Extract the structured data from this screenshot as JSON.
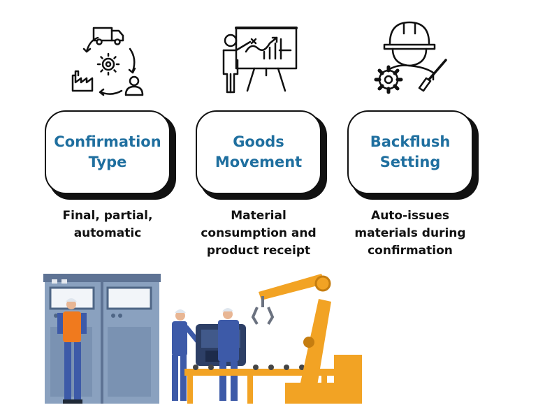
{
  "colors": {
    "title_blue": "#1f6f9f",
    "outline": "#111111",
    "panel": "#7f99b8",
    "robot": "#f2a324",
    "worker_blue": "#3d5aa8",
    "vest": "#f07a1e"
  },
  "columns": [
    {
      "icon": "supply-chain-cycle-icon",
      "title": "Confirmation\nType",
      "caption": "Final, partial,\nautomatic"
    },
    {
      "icon": "presentation-chart-icon",
      "title": "Goods\nMovement",
      "caption": "Material\nconsumption and\nproduct receipt"
    },
    {
      "icon": "engineer-gear-icon",
      "title": "Backflush\nSetting",
      "caption": "Auto-issues\nmaterials during\nconfirmation"
    }
  ],
  "scene": {
    "name": "factory-robot-arm-illustration"
  }
}
